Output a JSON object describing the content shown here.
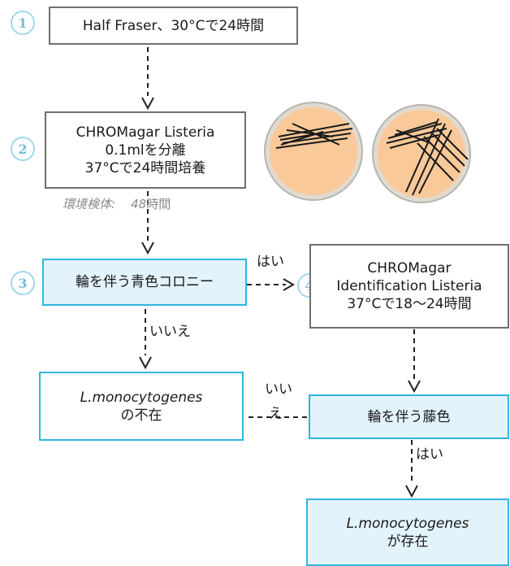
{
  "steps": {
    "step1": {
      "number": "1",
      "text": "Half Fraser、30°Cで24時間"
    },
    "step2": {
      "number": "2",
      "line1": "CHROMagar Listeria",
      "line2": "0.1mlを分離",
      "line3": "37°Cで24時間培養"
    },
    "sample_note": {
      "prefix": "環境検体:",
      "value": "48",
      "suffix": "時間"
    },
    "step3": {
      "number": "3",
      "text": "輪を伴う青色コロニー"
    },
    "step4": {
      "number": "4",
      "line1": "CHROMagar",
      "line2": "Identification Listeria",
      "line3": "37°Cで18～24時間"
    },
    "absent": {
      "line1": "L.monocytogenes",
      "line2": "の不在"
    },
    "purple": {
      "text": "輪を伴う藤色"
    },
    "present": {
      "line1": "L.monocytogenes",
      "line2": "が存在"
    }
  },
  "edge_labels": {
    "yes_1": "はい",
    "no_1": "いいえ",
    "no_2a": "いい",
    "no_2b": "え",
    "yes_2": "はい"
  },
  "colors": {
    "border_gray": "#6f6f6f",
    "border_cyan": "#2fb6e0",
    "fill_light_blue": "#e3f3fb",
    "agar": "#f9c99a",
    "dish_rim": "#cdcbc2"
  }
}
